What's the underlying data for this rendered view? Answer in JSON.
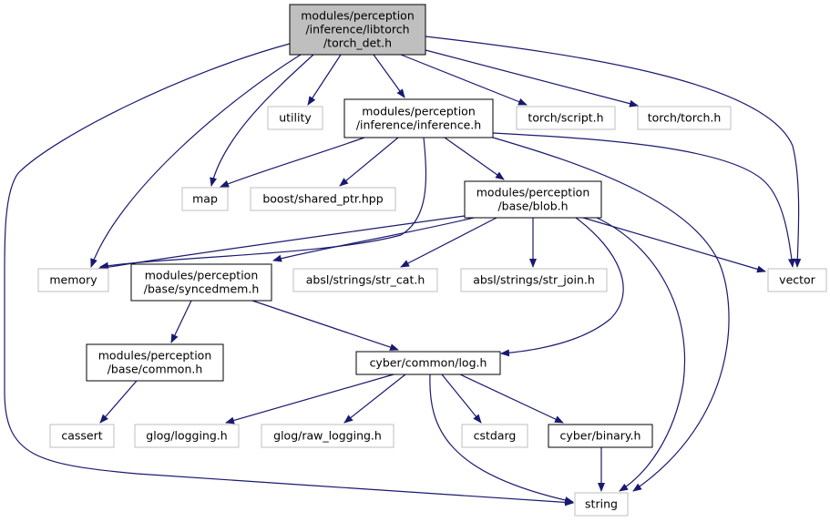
{
  "colors": {
    "edge": "#191970",
    "focus_fill": "#bfbfbf",
    "focus_stroke": "#000000",
    "internal_stroke": "#000000",
    "external_stroke": "#bfbfbf",
    "node_fill": "#ffffff"
  },
  "nodes": [
    {
      "id": "torch_det",
      "lines": [
        "modules/perception",
        "/inference/libtorch",
        "/torch_det.h"
      ],
      "kind": "focus"
    },
    {
      "id": "utility",
      "lines": [
        "utility"
      ],
      "kind": "external"
    },
    {
      "id": "inference",
      "lines": [
        "modules/perception",
        "/inference/inference.h"
      ],
      "kind": "internal"
    },
    {
      "id": "torch_script",
      "lines": [
        "torch/script.h"
      ],
      "kind": "external"
    },
    {
      "id": "torch_torch",
      "lines": [
        "torch/torch.h"
      ],
      "kind": "external"
    },
    {
      "id": "map",
      "lines": [
        "map"
      ],
      "kind": "external"
    },
    {
      "id": "boost_shared",
      "lines": [
        "boost/shared_ptr.hpp"
      ],
      "kind": "external"
    },
    {
      "id": "blob",
      "lines": [
        "modules/perception",
        "/base/blob.h"
      ],
      "kind": "internal"
    },
    {
      "id": "memory",
      "lines": [
        "memory"
      ],
      "kind": "external"
    },
    {
      "id": "syncedmem",
      "lines": [
        "modules/perception",
        "/base/syncedmem.h"
      ],
      "kind": "internal"
    },
    {
      "id": "str_cat",
      "lines": [
        "absl/strings/str_cat.h"
      ],
      "kind": "external"
    },
    {
      "id": "str_join",
      "lines": [
        "absl/strings/str_join.h"
      ],
      "kind": "external"
    },
    {
      "id": "vector",
      "lines": [
        "vector"
      ],
      "kind": "external"
    },
    {
      "id": "common",
      "lines": [
        "modules/perception",
        "/base/common.h"
      ],
      "kind": "internal"
    },
    {
      "id": "log",
      "lines": [
        "cyber/common/log.h"
      ],
      "kind": "internal"
    },
    {
      "id": "cassert",
      "lines": [
        "cassert"
      ],
      "kind": "external"
    },
    {
      "id": "glog_logging",
      "lines": [
        "glog/logging.h"
      ],
      "kind": "external"
    },
    {
      "id": "glog_raw",
      "lines": [
        "glog/raw_logging.h"
      ],
      "kind": "external"
    },
    {
      "id": "cstdarg",
      "lines": [
        "cstdarg"
      ],
      "kind": "external"
    },
    {
      "id": "binary",
      "lines": [
        "cyber/binary.h"
      ],
      "kind": "internal"
    },
    {
      "id": "string",
      "lines": [
        "string"
      ],
      "kind": "external"
    }
  ],
  "edges": [
    [
      "torch_det",
      "utility"
    ],
    [
      "torch_det",
      "inference"
    ],
    [
      "torch_det",
      "torch_script"
    ],
    [
      "torch_det",
      "torch_torch"
    ],
    [
      "torch_det",
      "map"
    ],
    [
      "torch_det",
      "memory"
    ],
    [
      "torch_det",
      "vector"
    ],
    [
      "torch_det",
      "string"
    ],
    [
      "inference",
      "map"
    ],
    [
      "inference",
      "boost_shared"
    ],
    [
      "inference",
      "blob"
    ],
    [
      "inference",
      "memory"
    ],
    [
      "inference",
      "vector"
    ],
    [
      "inference",
      "string"
    ],
    [
      "blob",
      "memory"
    ],
    [
      "blob",
      "syncedmem"
    ],
    [
      "blob",
      "str_cat"
    ],
    [
      "blob",
      "str_join"
    ],
    [
      "blob",
      "vector"
    ],
    [
      "blob",
      "log"
    ],
    [
      "blob",
      "string"
    ],
    [
      "syncedmem",
      "common"
    ],
    [
      "syncedmem",
      "log"
    ],
    [
      "common",
      "cassert"
    ],
    [
      "log",
      "glog_logging"
    ],
    [
      "log",
      "glog_raw"
    ],
    [
      "log",
      "cstdarg"
    ],
    [
      "log",
      "binary"
    ],
    [
      "log",
      "string"
    ],
    [
      "binary",
      "string"
    ]
  ]
}
